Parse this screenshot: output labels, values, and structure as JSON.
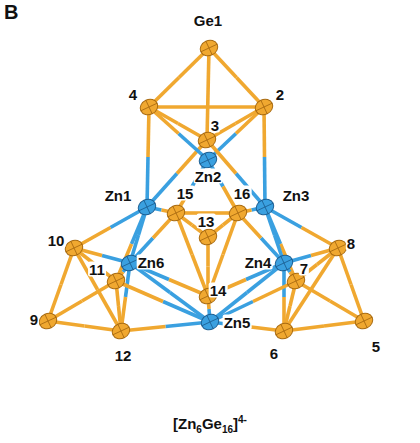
{
  "diagram": {
    "caption": "[Zn6Ge16]4-",
    "labels": [
      "B",
      "Ge1",
      "4",
      "2",
      "3",
      "Zn2",
      "Zn1",
      "Zn3",
      "15",
      "16",
      "13",
      "10",
      "Zn6",
      "Zn4",
      "11",
      "14",
      "7",
      "8",
      "9",
      "Zn5",
      "12",
      "6",
      "5"
    ]
  }
}
